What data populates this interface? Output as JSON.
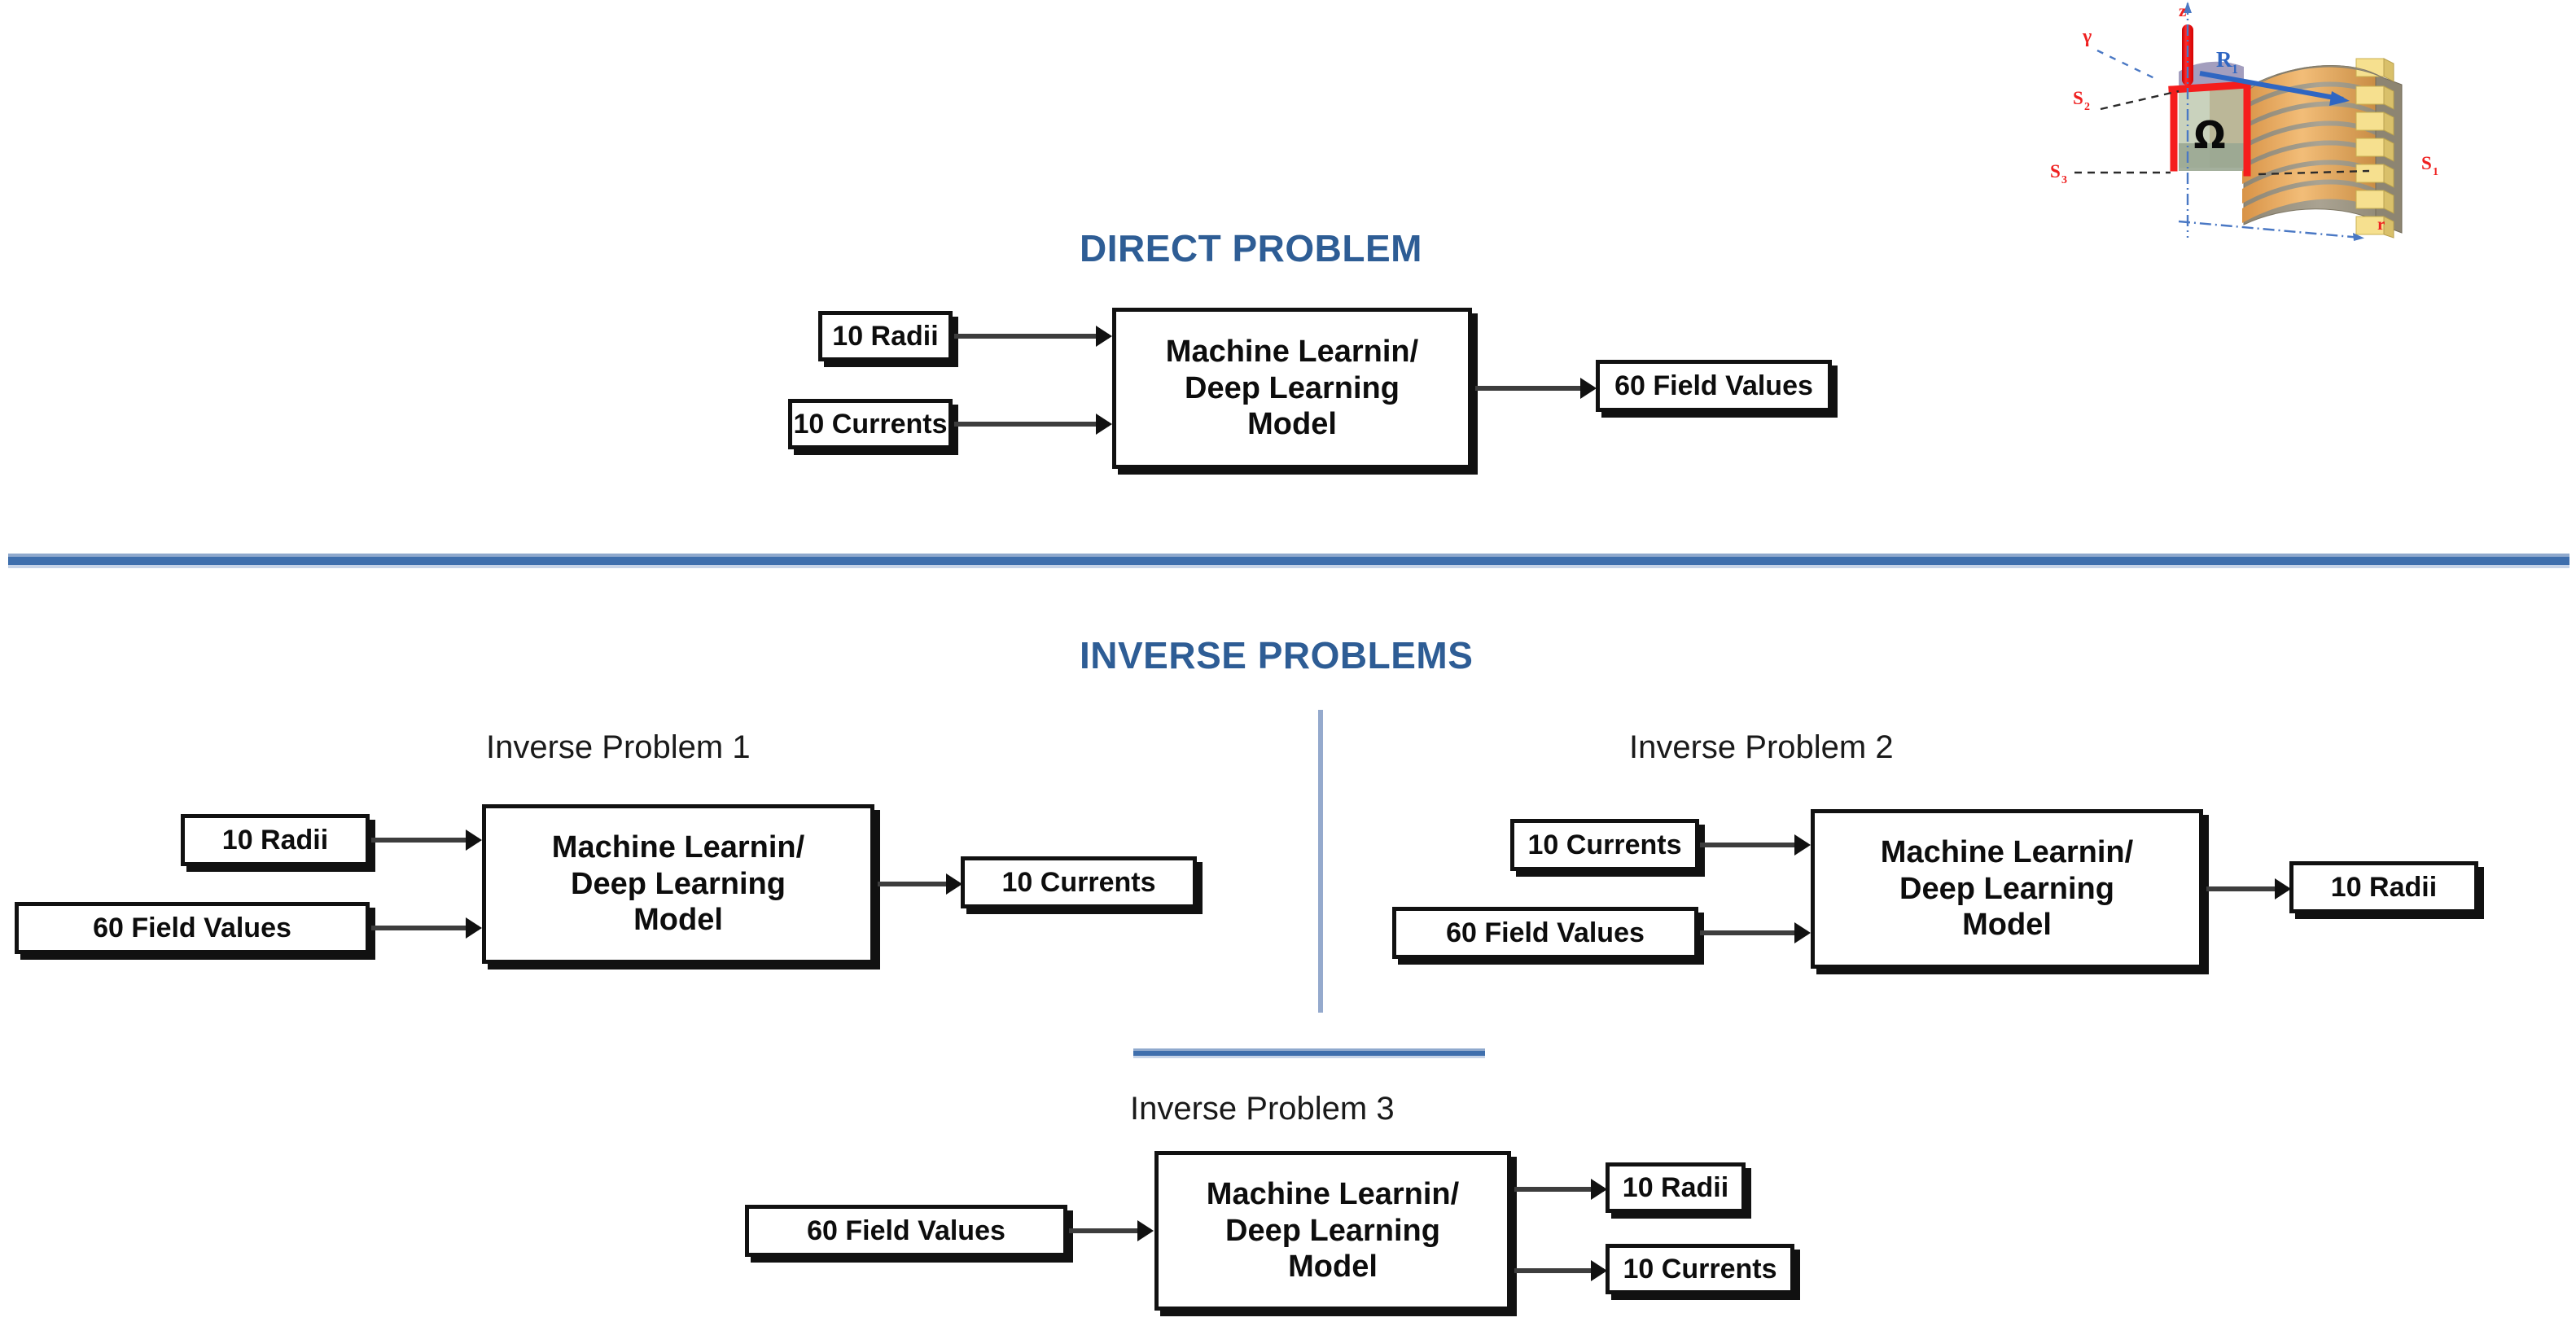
{
  "diagram": {
    "sections": [
      {
        "id": "direct",
        "title": "DIRECT PROBLEM",
        "inputs": [
          "10 Radii",
          "10 Currents"
        ],
        "model": "Machine Learnin/\nDeep Learning\nModel",
        "model_lines": [
          "Machine Learnin/",
          "Deep Learning",
          "Model"
        ],
        "outputs": [
          "60 Field Values"
        ]
      },
      {
        "id": "inverse",
        "title": "INVERSE PROBLEMS",
        "problems": [
          {
            "label": "Inverse Problem 1",
            "inputs": [
              "10 Radii",
              "60 Field Values"
            ],
            "model_lines": [
              "Machine Learnin/",
              "Deep Learning",
              "Model"
            ],
            "outputs": [
              "10 Currents"
            ]
          },
          {
            "label": "Inverse Problem 2",
            "inputs": [
              "10 Currents",
              "60 Field Values"
            ],
            "model_lines": [
              "Machine Learnin/",
              "Deep Learning",
              "Model"
            ],
            "outputs": [
              "10 Radii"
            ]
          },
          {
            "label": "Inverse Problem 3",
            "inputs": [
              "60 Field Values"
            ],
            "model_lines": [
              "Machine Learnin/",
              "Deep Learning",
              "Model"
            ],
            "outputs": [
              "10 Radii",
              "10 Currents"
            ]
          }
        ]
      }
    ]
  },
  "illustration": {
    "name": "helical-coil-axisymmetric-domain",
    "labels": {
      "z_axis": "z",
      "r_axis": "r",
      "gamma": "γ",
      "radius": "R",
      "radius_sub": "1",
      "surface_1": "S",
      "surface_1_sub": "1",
      "surface_2": "S",
      "surface_2_sub": "2",
      "surface_3": "S",
      "surface_3_sub": "3",
      "domain": "Ω"
    }
  },
  "colors": {
    "title_blue": "#2e5d95",
    "divider_blue": "#3f6fad",
    "divider_light_blue": "#95aacd",
    "box_border": "#111111",
    "arrow": "#3d3d3d",
    "coil_copper": "#e8a55c",
    "coil_gray": "#9c9484",
    "coil_yellow": "#f5df8e",
    "label_red": "#ef2020",
    "label_blue": "#2f66c2",
    "rod_red": "#f51d1d",
    "domain_green": "#b9c6ac",
    "domain_purple": "#9b96b8"
  }
}
